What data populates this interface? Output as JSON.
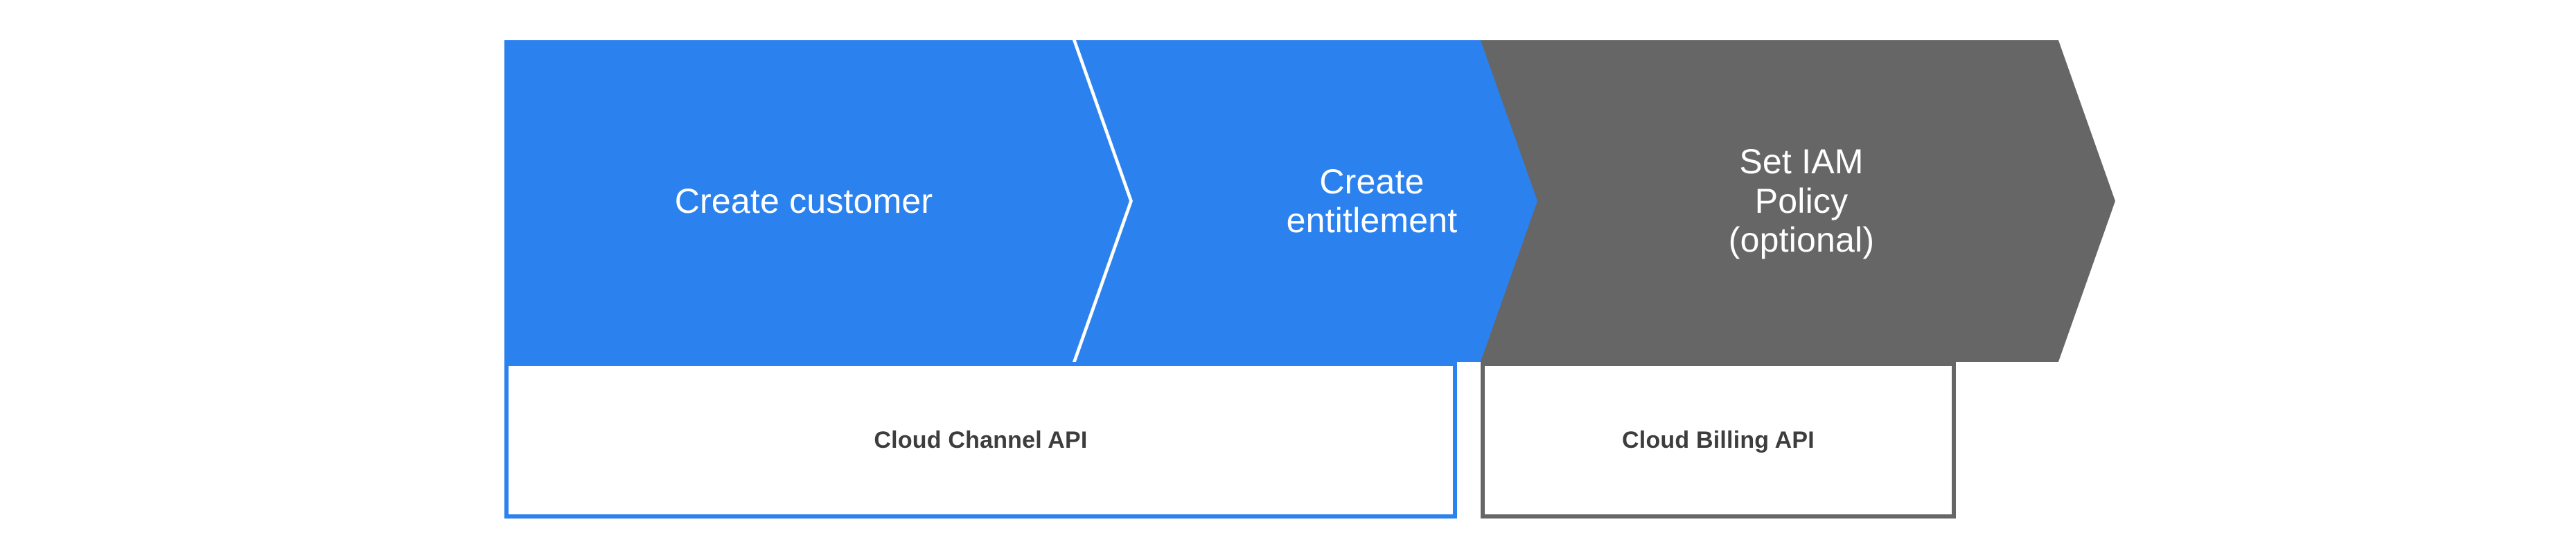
{
  "diagram": {
    "type": "process-flow-chevrons",
    "background_color": "#ffffff",
    "steps": [
      {
        "id": "create-customer",
        "label": "Create customer",
        "fill_color": "#2b81ee",
        "text_color": "#ffffff",
        "order": 1
      },
      {
        "id": "create-entitlement",
        "label": "Create\nentitlement",
        "fill_color": "#2b81ee",
        "text_color": "#ffffff",
        "order": 2
      },
      {
        "id": "set-iam-policy",
        "label": "Set IAM\nPolicy\n(optional)",
        "fill_color": "#666666",
        "text_color": "#ffffff",
        "order": 3
      }
    ],
    "api_groups": [
      {
        "id": "cloud-channel-api",
        "label": "Cloud Channel API",
        "border_color": "#2b81ee",
        "fill_color": "#ffffff",
        "text_color": "#3d3d3d",
        "covers": [
          "create-customer",
          "create-entitlement"
        ]
      },
      {
        "id": "cloud-billing-api",
        "label": "Cloud Billing API",
        "border_color": "#666666",
        "fill_color": "#ffffff",
        "text_color": "#3d3d3d",
        "covers": [
          "set-iam-policy"
        ]
      }
    ]
  }
}
